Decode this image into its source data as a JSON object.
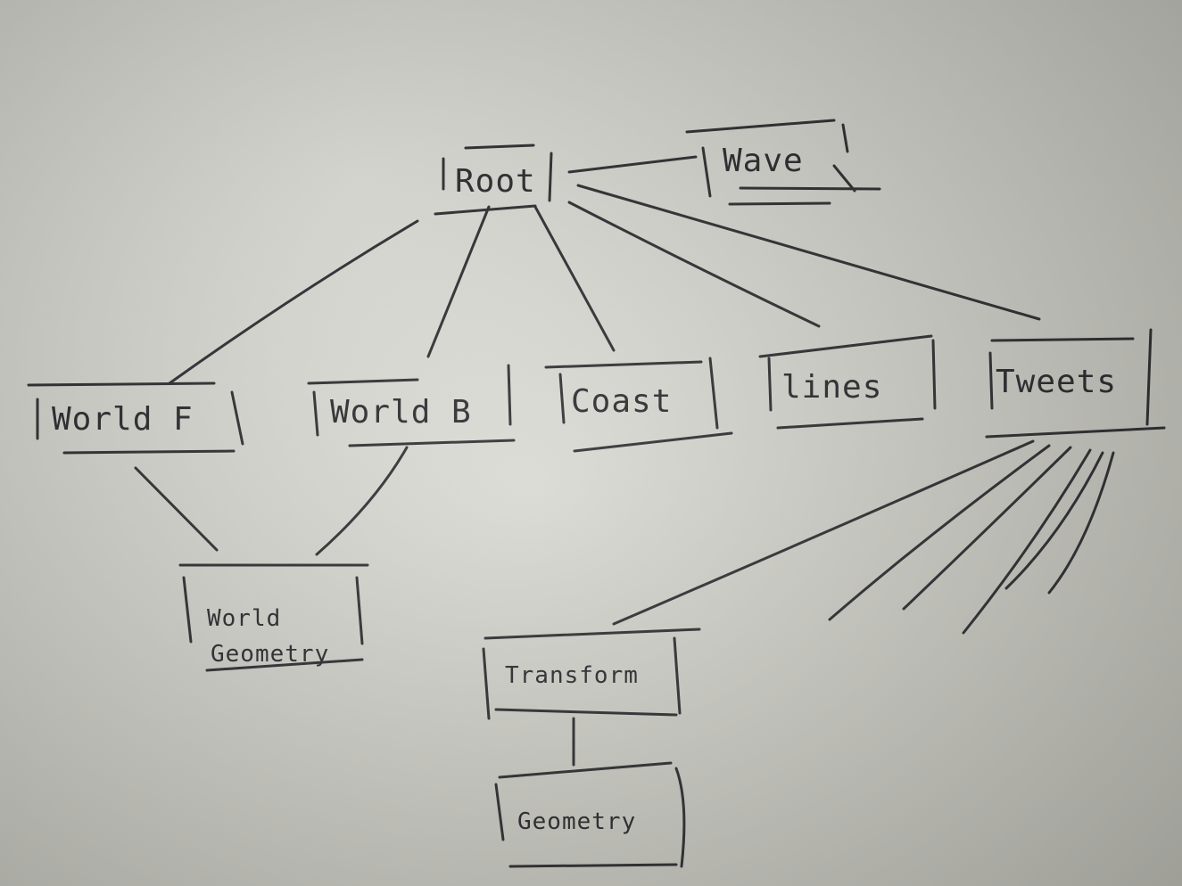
{
  "nodes": {
    "root": "Root",
    "wave": "Wave",
    "world_f": "World F",
    "world_b": "World B",
    "coast": "Coast",
    "lines": "lines",
    "tweets": "Tweets",
    "world_geometry_line1": "World",
    "world_geometry_line2": "Geometry",
    "transform": "Transform",
    "geometry": "Geometry"
  }
}
